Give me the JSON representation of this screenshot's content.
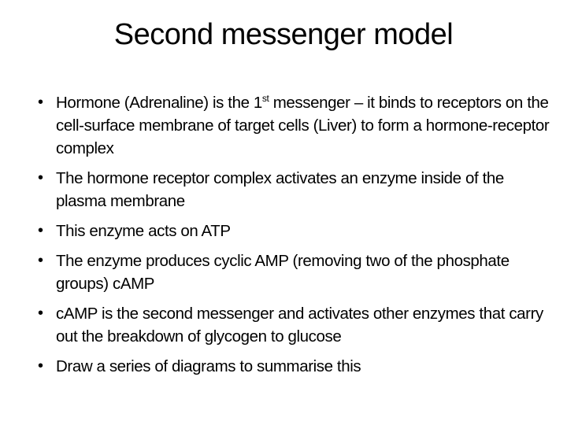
{
  "slide": {
    "title": "Second messenger model",
    "bullet_glyph": "•",
    "bullets": [
      {
        "pre": "Hormone (Adrenaline) is the 1",
        "sup": "st",
        "post": " messenger – it binds to receptors on the cell-surface membrane of target cells (Liver) to form a hormone-receptor complex"
      },
      {
        "text": "The hormone receptor complex activates an enzyme inside of the plasma membrane"
      },
      {
        "text": "This enzyme acts on ATP"
      },
      {
        "text": "The enzyme produces cyclic AMP (removing two of the phosphate groups) cAMP"
      },
      {
        "text": "cAMP is the second messenger and activates other enzymes that carry out the breakdown of glycogen to glucose"
      },
      {
        "text": "Draw a series of diagrams to summarise this"
      }
    ]
  }
}
